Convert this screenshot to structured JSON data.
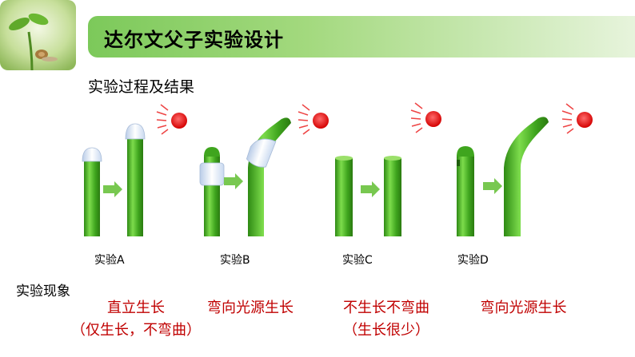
{
  "title": "达尔文父子实验设计",
  "subtitle": "实验过程及结果",
  "experiments": [
    {
      "label": "实验A",
      "result_line1": "直立生长",
      "result_line2": "（仅生长，不弯曲）"
    },
    {
      "label": "实验B",
      "result_line1": "弯向光源生长",
      "result_line2": ""
    },
    {
      "label": "实验C",
      "result_line1": "不生长不弯曲",
      "result_line2": "（生长很少）"
    },
    {
      "label": "实验D",
      "result_line1": "弯向光源生长",
      "result_line2": ""
    }
  ],
  "phenomenon_title": "实验现象",
  "colors": {
    "stem": "#3fa51e",
    "stem_highlight": "#7ddc4c",
    "cap": "#d8e6f8",
    "arrow": "#78c850",
    "sun": "#ee1111",
    "result_text": "#c00000",
    "title_bar": "#7cc95a"
  },
  "icons": [
    "seedling-logo",
    "sun-icon",
    "arrow-right-icon"
  ]
}
